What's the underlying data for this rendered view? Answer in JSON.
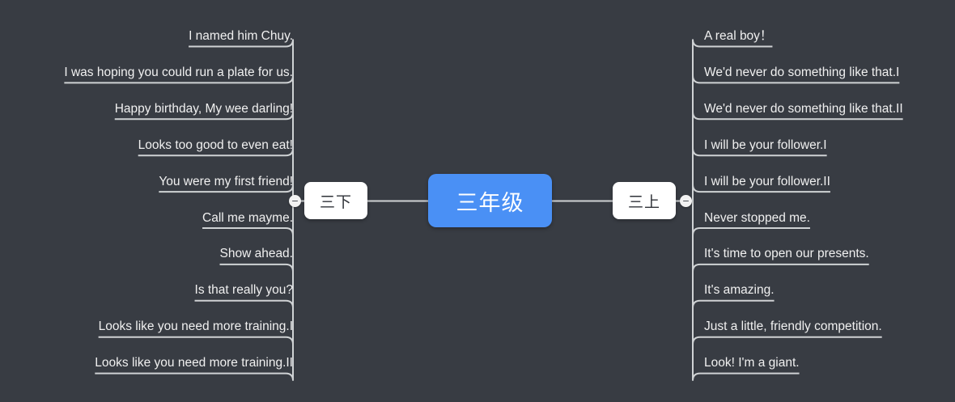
{
  "meta": {
    "background_color": "#383c43",
    "accent_color": "#4a90f5",
    "node_text_color": "#2f3238",
    "leaf_text_color": "#f0f0f0",
    "connector_color": "#cfd2d4"
  },
  "root": {
    "label": "三年级"
  },
  "branches": [
    {
      "side": "left",
      "label": "三下",
      "collapse_icon": "minus-icon",
      "items": [
        {
          "label": "I named him Chuy."
        },
        {
          "label": "I was hoping you could run a plate for us."
        },
        {
          "label": "Happy birthday, My wee darling!"
        },
        {
          "label": "Looks too good to even eat!"
        },
        {
          "label": "You were my first friend!"
        },
        {
          "label": "Call me mayme."
        },
        {
          "label": "Show ahead."
        },
        {
          "label": "Is that really you?"
        },
        {
          "label": "Looks like you need more training.I"
        },
        {
          "label": "Looks like you need more training.II"
        }
      ]
    },
    {
      "side": "right",
      "label": "三上",
      "collapse_icon": "minus-icon",
      "items": [
        {
          "label": "A real boy！"
        },
        {
          "label": "We'd never do something like that.I"
        },
        {
          "label": "We'd never do something like that.II"
        },
        {
          "label": "I will be your follower.I"
        },
        {
          "label": "I will be your follower.II"
        },
        {
          "label": "Never stopped me."
        },
        {
          "label": "It's time to open our presents."
        },
        {
          "label": "It's amazing."
        },
        {
          "label": "Just a little, friendly competition."
        },
        {
          "label": "Look! I'm a giant."
        }
      ]
    }
  ]
}
